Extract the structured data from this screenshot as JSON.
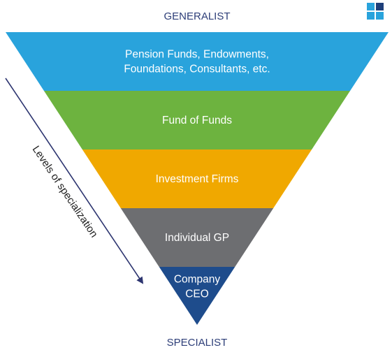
{
  "header": {
    "top_label": "GENERALIST",
    "bottom_label": "SPECIALIST"
  },
  "tiers": [
    {
      "lines": [
        "Pension Funds, Endowments,",
        "Foundations, Consultants, etc."
      ],
      "color": "#29a3dc"
    },
    {
      "lines": [
        "Fund of Funds"
      ],
      "color": "#6db33f"
    },
    {
      "lines": [
        "Investment Firms"
      ],
      "color": "#f0a800"
    },
    {
      "lines": [
        "Individual GP"
      ],
      "color": "#6d6e71"
    },
    {
      "lines": [
        "Company",
        "CEO"
      ],
      "color": "#1e4c8c"
    }
  ],
  "axis": {
    "label": "Levels of specialization",
    "color": "#2d3570"
  },
  "logo": {
    "icon": "four-squares-logo-icon",
    "colors": [
      "#29a3dc",
      "#1e3f7a",
      "#29a3dc",
      "#29a3dc"
    ]
  }
}
